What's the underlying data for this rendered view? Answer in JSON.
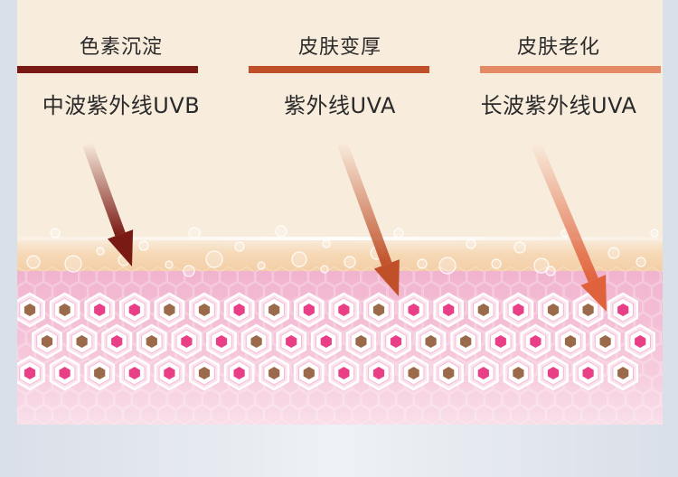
{
  "columns": [
    {
      "effect": "色素沉淀",
      "ray": "中波紫外线UVB",
      "bar_color": "#7a1a14"
    },
    {
      "effect": "皮肤变厚",
      "ray": "紫外线UVA",
      "bar_color": "#c0502a"
    },
    {
      "effect": "皮肤老化",
      "ray": "长波紫外线UVA",
      "bar_color": "#e48a64"
    }
  ],
  "colors": {
    "background": "#f8ecdc",
    "epidermis_band": "#f3cfa6",
    "dermis": "#f4bfd6",
    "cell_pink": "#e83f86",
    "cell_brown": "#9a6a4a",
    "arrow_uvb": "#7a1a14",
    "arrow_uva": "#c0502a",
    "arrow_uva_long": "#e0623c"
  }
}
